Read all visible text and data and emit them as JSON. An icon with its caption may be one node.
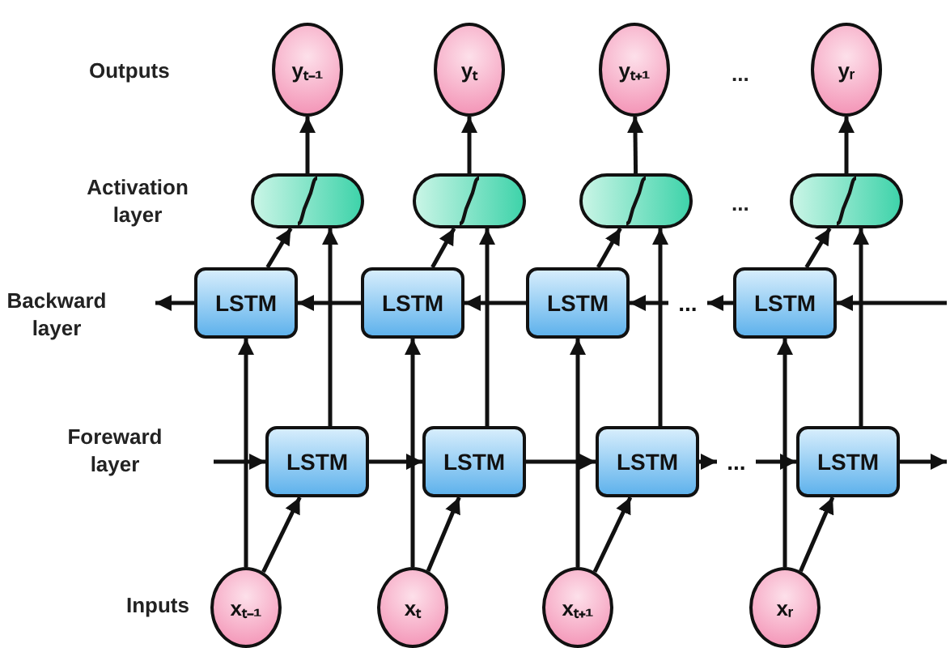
{
  "diagram": {
    "nodes": [
      {
        "text": [
          "yₜ₋₁"
        ]
      },
      {
        "text": [
          "yₜ"
        ]
      },
      {
        "text": [
          "yₜ₊₁"
        ]
      },
      {
        "text": [
          "yᵣ"
        ]
      },
      {
        "text": [],
        "shape": "box"
      },
      {
        "text": [],
        "shape": "box"
      },
      {
        "text": [],
        "shape": "box"
      },
      {
        "text": [],
        "shape": "box"
      },
      {
        "text": [
          "LSTM"
        ]
      },
      {
        "text": [
          "LSTM"
        ]
      },
      {
        "text": [
          "LSTM"
        ]
      },
      {
        "text": [
          "..."
        ]
      },
      {
        "text": [
          "LSTM"
        ]
      },
      {
        "text": [
          "LSTM"
        ]
      },
      {
        "text": [
          "LSTM"
        ]
      },
      {
        "text": [
          "LSTM"
        ]
      },
      {
        "text": [
          "..."
        ]
      },
      {
        "text": [
          "LSTM"
        ]
      },
      {
        "text": [
          "xₜ₋₁"
        ]
      },
      {
        "text": [
          "xₜ"
        ]
      },
      {
        "text": [
          "xₜ₊₁"
        ]
      },
      {
        "text": [
          "xᵣ"
        ]
      }
    ],
    "edges": [
      {
        "from": 18,
        "to": 13,
        "arrow": "to"
      },
      {
        "from": 18,
        "to": 8,
        "arrow": "to"
      },
      {
        "from": 13,
        "to": 4,
        "arrow": "to"
      },
      {
        "from": 8,
        "to": 4,
        "arrow": "to"
      },
      {
        "from": 4,
        "to": 0,
        "arrow": "to"
      },
      {
        "from": 19,
        "to": 14,
        "arrow": "to"
      },
      {
        "from": 19,
        "to": 9,
        "arrow": "to"
      },
      {
        "from": 14,
        "to": 5,
        "arrow": "to"
      },
      {
        "from": 9,
        "to": 5,
        "arrow": "to"
      },
      {
        "from": 5,
        "to": 1,
        "arrow": "to"
      },
      {
        "from": 20,
        "to": 15,
        "arrow": "to"
      },
      {
        "from": 20,
        "to": 10,
        "arrow": "to"
      },
      {
        "from": 15,
        "to": 6,
        "arrow": "to"
      },
      {
        "from": 10,
        "to": 6,
        "arrow": "to"
      },
      {
        "from": 6,
        "to": 2,
        "arrow": "to"
      },
      {
        "from": 21,
        "to": 17,
        "arrow": "to"
      },
      {
        "from": 21,
        "to": 12,
        "arrow": "to"
      },
      {
        "from": 17,
        "to": 7,
        "arrow": "to"
      },
      {
        "from": 12,
        "to": 7,
        "arrow": "to"
      },
      {
        "from": 7,
        "to": 3,
        "arrow": "to"
      },
      {
        "from": null,
        "to": 13,
        "arrow": "to"
      },
      {
        "from": 13,
        "to": 14,
        "arrow": "to"
      },
      {
        "from": 14,
        "to": 15,
        "arrow": "to"
      },
      {
        "from": 15,
        "to": 16,
        "arrow": "to"
      },
      {
        "from": 16,
        "to": 17,
        "arrow": "to"
      },
      {
        "from": 17,
        "to": null,
        "arrow": "to"
      },
      {
        "from": null,
        "to": 12,
        "arrow": "to"
      },
      {
        "from": 12,
        "to": 11,
        "arrow": "to"
      },
      {
        "from": 11,
        "to": 10,
        "arrow": "to"
      },
      {
        "from": 10,
        "to": 9,
        "arrow": "to"
      },
      {
        "from": 9,
        "to": 8,
        "arrow": "to"
      },
      {
        "from": 8,
        "to": null,
        "arrow": "to"
      }
    ],
    "labels": [
      "Outputs",
      "...",
      "Activation layer",
      "...",
      "Backward layer",
      "Foreward layer",
      "Inputs"
    ]
  }
}
